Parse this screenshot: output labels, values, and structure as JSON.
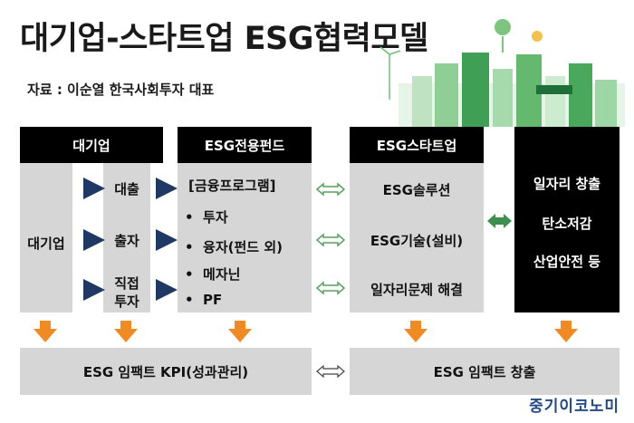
{
  "title": "대기업-스타트업 ESG협력모델",
  "source": "자료 : 이순열 한국사회투자 대표",
  "brand": "중기이코노미",
  "columns": {
    "corp": {
      "header": "대기업",
      "label": "대기업",
      "items": [
        "대출",
        "출자",
        "직접",
        "투자"
      ]
    },
    "fund": {
      "header": "ESG전용펀드",
      "program": "[금융프로그램]",
      "bullet": "•",
      "items": [
        "투자",
        "융자(펀드 외)",
        "메자닌",
        "PF"
      ]
    },
    "startup": {
      "header": "ESG스타트업",
      "items": [
        "ESG솔루션",
        "ESG기술(설비)",
        "일자리문제 해결"
      ]
    },
    "outcome": {
      "items": [
        "일자리 창출",
        "탄소저감",
        "산업안전 등"
      ]
    }
  },
  "bottom": {
    "left": "ESG 임팩트 KPI(성과관리)",
    "right": "ESG 임팩트 창출"
  },
  "colors": {
    "navy_arrow": "#1f3864",
    "orange_arrow": "#f08a24",
    "green_arrow": "#3e8e50",
    "panel_gray": "#d6d6d6"
  }
}
